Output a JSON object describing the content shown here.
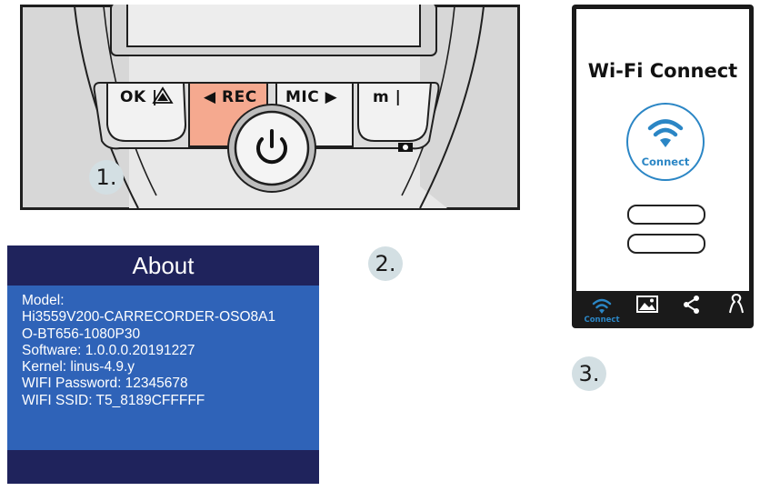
{
  "steps": [
    "1.",
    "2.",
    "3."
  ],
  "device": {
    "buttons": {
      "ok": "OK |",
      "rec": "◀ REC",
      "mic": "MIC ▶",
      "m": "m |"
    },
    "colors": {
      "rec_highlight": "#f5a98f",
      "outline": "#1f1f1f",
      "body": "#d9d9d9"
    },
    "icons": [
      "warning-triangle-icon",
      "power-icon",
      "camera-icon"
    ]
  },
  "about_screen": {
    "title": "About",
    "lines": [
      "Model:",
      "Hi3559V200-CARRECORDER-OSO8A1",
      "O-BT656-1080P30",
      "Software: 1.0.0.0.20191227",
      "Kernel: linus-4.9.y",
      "WIFI Password: 12345678",
      "WIFI SSID: T5_8189CFFFFF"
    ],
    "colors": {
      "header": "#1f235c",
      "body": "#2f63b8",
      "text": "#ffffff"
    }
  },
  "phone": {
    "title": "Wi-Fi Connect",
    "connect_label": "Connect",
    "tabs": [
      {
        "icon": "wifi-icon",
        "label": "Connect",
        "active": true
      },
      {
        "icon": "gallery-icon",
        "label": "",
        "active": false
      },
      {
        "icon": "share-icon",
        "label": "",
        "active": false
      },
      {
        "icon": "user-icon",
        "label": "",
        "active": false
      }
    ],
    "colors": {
      "accent": "#2b86c5",
      "frame": "#1a1a1a"
    }
  }
}
